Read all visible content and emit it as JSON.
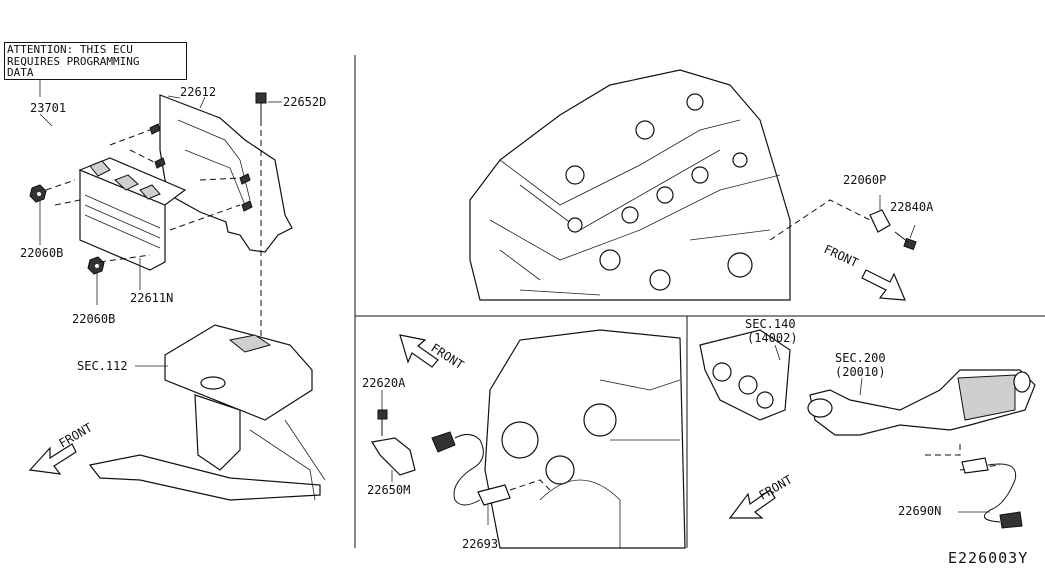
{
  "attention_note": {
    "line1": "ATTENTION: THIS ECU",
    "line2": "REQUIRES PROGRAMMING",
    "line3": "DATA"
  },
  "labels": {
    "p23701": "23701",
    "p22612": "22612",
    "p22652D": "22652D",
    "p22060B_a": "22060B",
    "p22060B_b": "22060B",
    "p22611N": "22611N",
    "sec112": "SEC.112",
    "front_1": "FRONT",
    "p22060P": "22060P",
    "p22840A": "22840A",
    "front_2": "FRONT",
    "front_3": "FRONT",
    "p22620A": "22620A",
    "p22650M": "22650M",
    "p22693": "22693",
    "sec140": "SEC.140",
    "sec140_sub": "(14002)",
    "sec200": "SEC.200",
    "sec200_sub": "(20010)",
    "front_4": "FRONT",
    "p22690N": "22690N",
    "diagram_id": "E226003Y"
  }
}
